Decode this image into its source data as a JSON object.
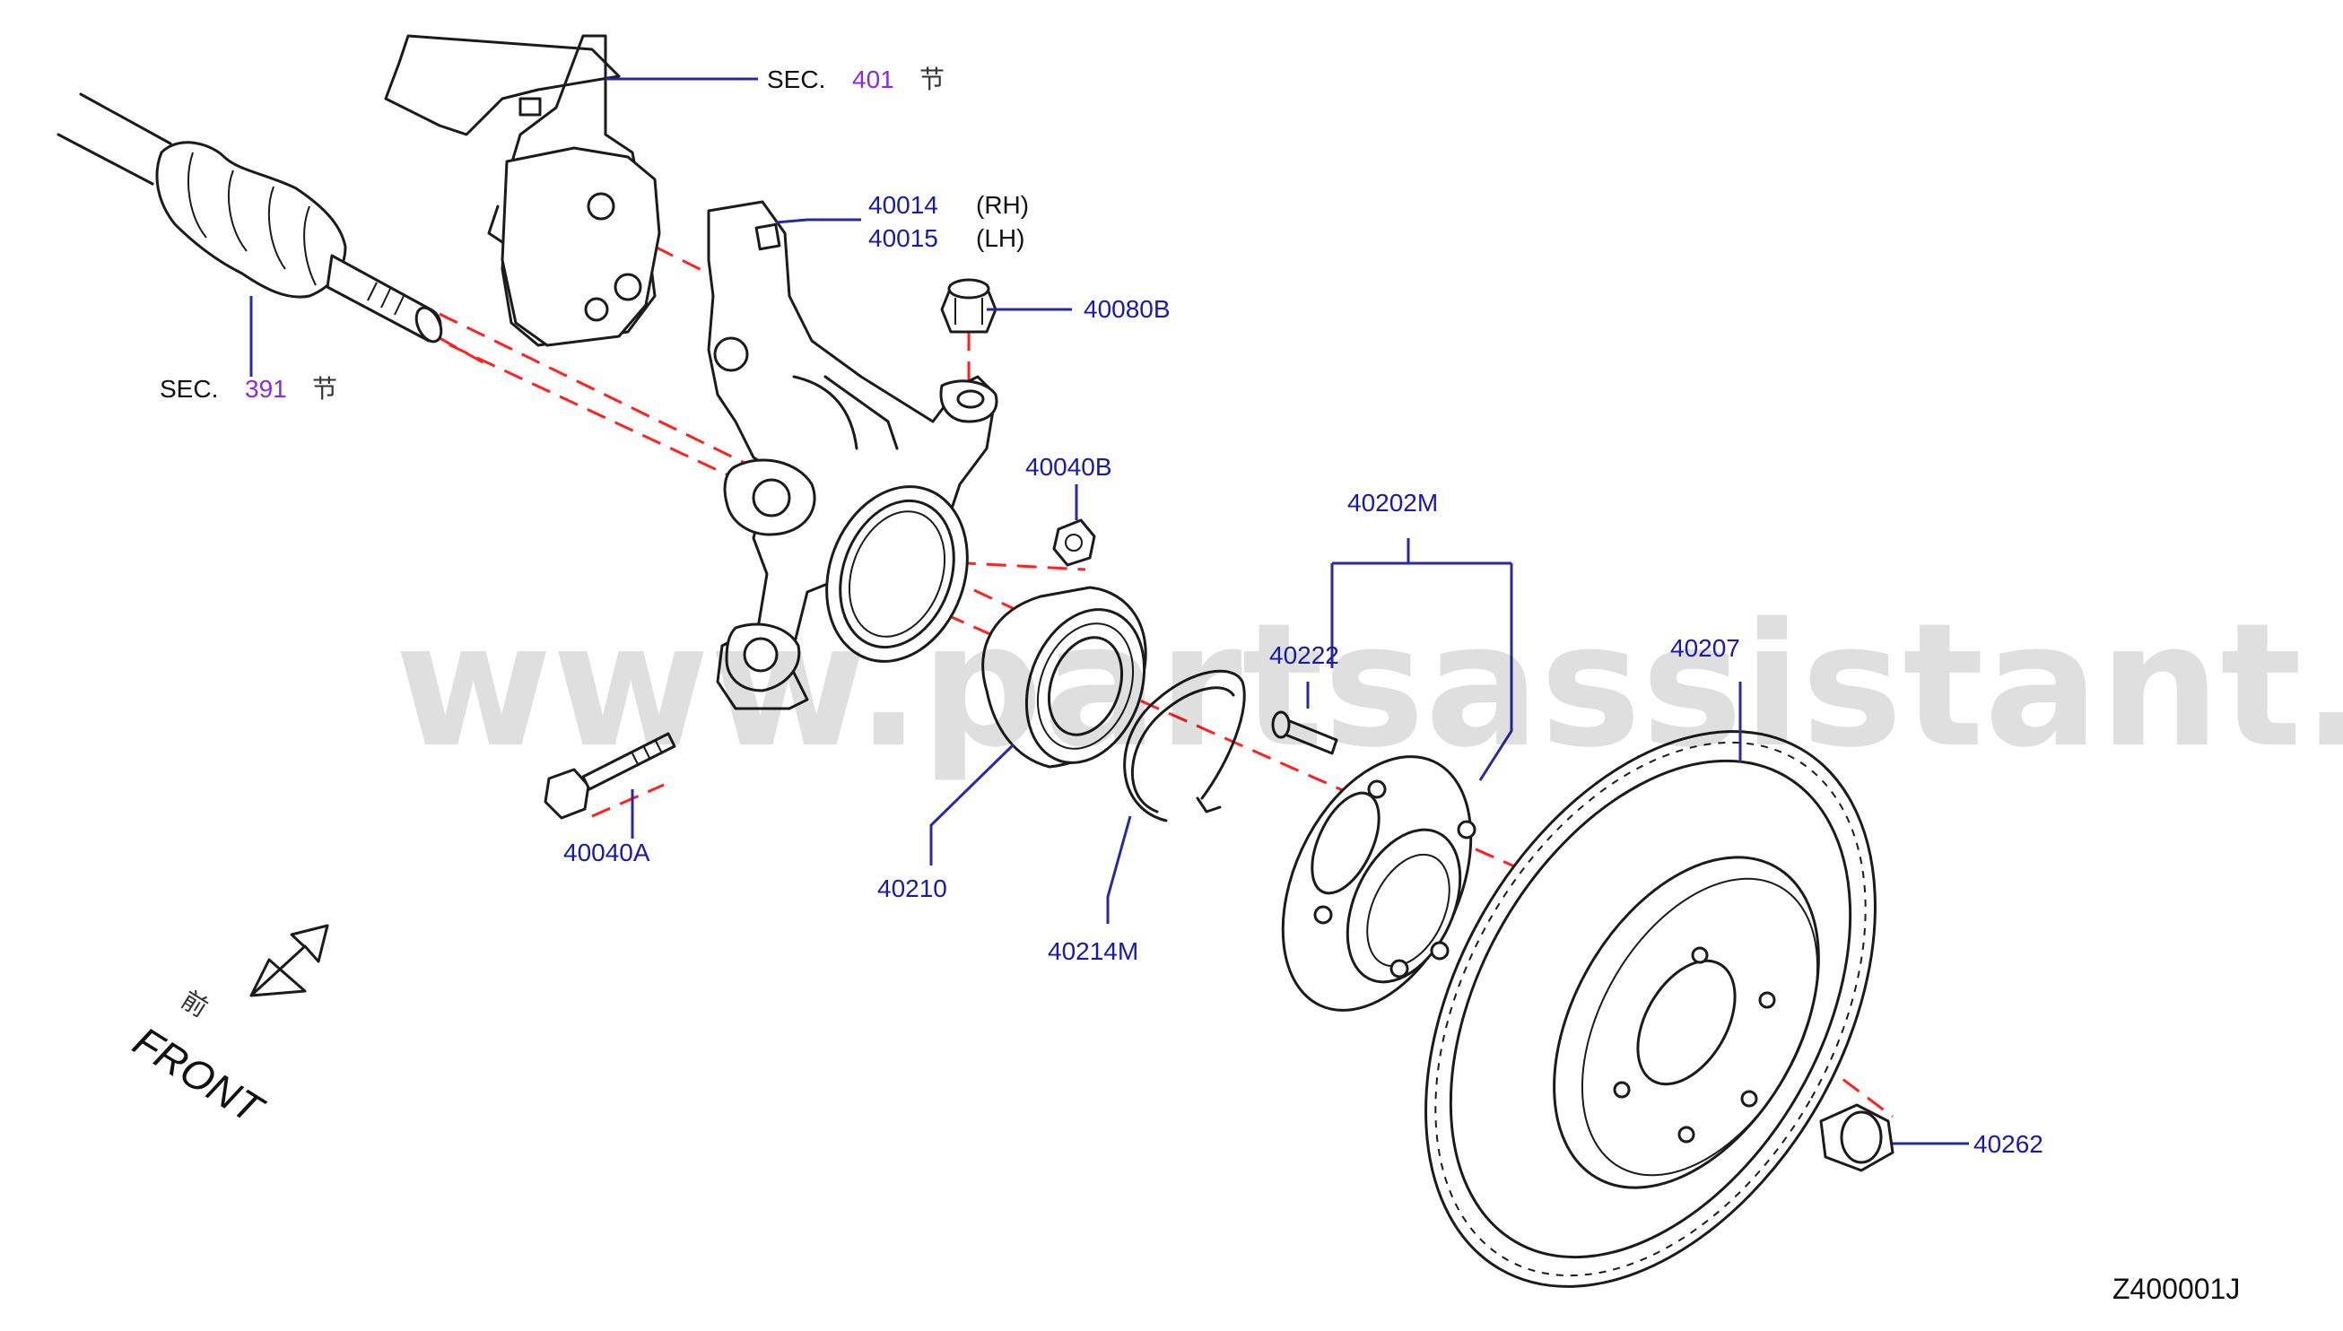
{
  "watermark": "www.partsassistant.com",
  "diagram_code": "Z400001J",
  "front_label": "FRONT",
  "front_cjk": "前",
  "references": [
    {
      "prefix": "SEC.",
      "section": "401",
      "suffix": "节"
    },
    {
      "prefix": "SEC.",
      "section": "391",
      "suffix": "节"
    }
  ],
  "parts": [
    {
      "number": "40014",
      "side": "(RH)"
    },
    {
      "number": "40015",
      "side": "(LH)"
    },
    {
      "number": "40080B"
    },
    {
      "number": "40040B"
    },
    {
      "number": "40202M"
    },
    {
      "number": "40222"
    },
    {
      "number": "40207"
    },
    {
      "number": "40040A"
    },
    {
      "number": "40210"
    },
    {
      "number": "40214M"
    },
    {
      "number": "40262"
    }
  ],
  "colors": {
    "part_number": "#1a1aa8",
    "section_number": "#8a2be2",
    "centerline": "#ff2020",
    "leader": "#2a2aa0"
  }
}
